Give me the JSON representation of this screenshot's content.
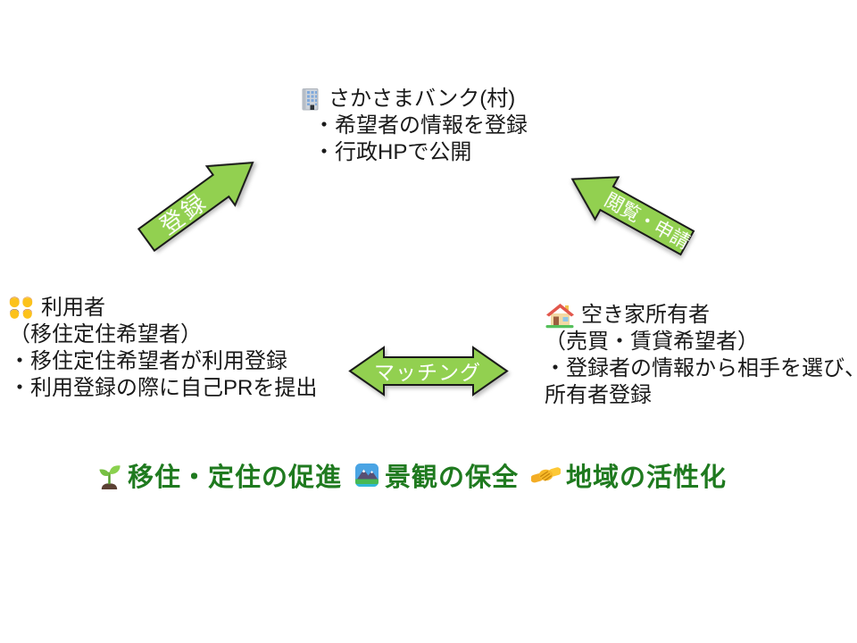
{
  "bank": {
    "icon": "office-building-icon",
    "title": "さかさまバンク(村)",
    "lines": [
      "・希望者の情報を登録",
      "・行政HPで公開"
    ]
  },
  "user": {
    "icon": "family-icon",
    "title": "利用者",
    "lines": [
      "（移住定住希望者）",
      "・移住定住希望者が利用登録",
      "・利用登録の際に自己PRを提出"
    ]
  },
  "owner": {
    "icon": "house-icon",
    "title": "空き家所有者",
    "lines": [
      "（売買・賃貸希望者）",
      "・登録者の情報から相手を選び、",
      "所有者登録"
    ]
  },
  "arrows": {
    "register": {
      "label": "登録"
    },
    "view_apply": {
      "label": "閲覧・申請"
    },
    "matching": {
      "label": "マッチング"
    }
  },
  "goals": {
    "items": [
      {
        "icon": "seedling-icon",
        "label": "移住・定住の促進"
      },
      {
        "icon": "landscape-icon",
        "label": "景観の保全"
      },
      {
        "icon": "handshake-icon",
        "label": "地域の活性化"
      }
    ]
  },
  "colors": {
    "background": "#ffffff",
    "body_text": "#1a1a1a",
    "arrow_fill": "#92D050",
    "arrow_outline": "#1a1a1a",
    "arrow_label": "#ffffff",
    "goal_text": "#1f7a1f"
  }
}
